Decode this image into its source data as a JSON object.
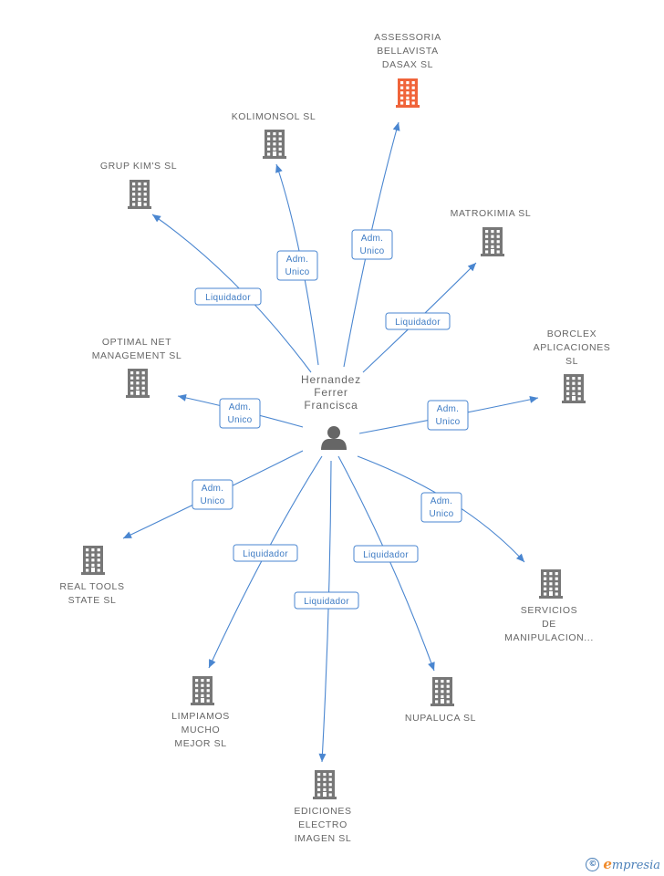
{
  "person": {
    "name_lines": [
      "Hernandez",
      "Ferrer",
      "Francisca"
    ]
  },
  "companies": [
    {
      "id": "assessoria",
      "lines": [
        "ASSESSORIA",
        "BELLAVISTA",
        "DASAX SL"
      ],
      "highlight": true,
      "relation": [
        "Adm.",
        "Unico"
      ]
    },
    {
      "id": "kolimonsol",
      "lines": [
        "KOLIMONSOL SL"
      ],
      "highlight": false,
      "relation": [
        "Adm.",
        "Unico"
      ]
    },
    {
      "id": "grupkims",
      "lines": [
        "GRUP KIM'S SL"
      ],
      "highlight": false,
      "relation": [
        "Liquidador"
      ]
    },
    {
      "id": "matrokimia",
      "lines": [
        "MATROKIMIA SL"
      ],
      "highlight": false,
      "relation": [
        "Liquidador"
      ]
    },
    {
      "id": "optimalnet",
      "lines": [
        "OPTIMAL NET",
        "MANAGEMENT SL"
      ],
      "highlight": false,
      "relation": [
        "Adm.",
        "Unico"
      ]
    },
    {
      "id": "borclex",
      "lines": [
        "BORCLEX",
        "APLICACIONES",
        "SL"
      ],
      "highlight": false,
      "relation": [
        "Adm.",
        "Unico"
      ]
    },
    {
      "id": "realtools",
      "lines": [
        "REAL TOOLS",
        "STATE SL"
      ],
      "highlight": false,
      "relation": [
        "Adm.",
        "Unico"
      ]
    },
    {
      "id": "servicios",
      "lines": [
        "SERVICIOS",
        "DE",
        "MANIPULACION..."
      ],
      "highlight": false,
      "relation": [
        "Adm.",
        "Unico"
      ]
    },
    {
      "id": "limpiamos",
      "lines": [
        "LIMPIAMOS",
        "MUCHO",
        "MEJOR SL"
      ],
      "highlight": false,
      "relation": [
        "Liquidador"
      ]
    },
    {
      "id": "nupaluca",
      "lines": [
        "NUPALUCA SL"
      ],
      "highlight": false,
      "relation": [
        "Liquidador"
      ]
    },
    {
      "id": "ediciones",
      "lines": [
        "EDICIONES",
        "ELECTRO",
        "IMAGEN  SL"
      ],
      "highlight": false,
      "relation": [
        "Liquidador"
      ]
    }
  ],
  "footer": {
    "copyright_symbol": "©",
    "brand_initial": "e",
    "brand_rest": "mpresia"
  }
}
